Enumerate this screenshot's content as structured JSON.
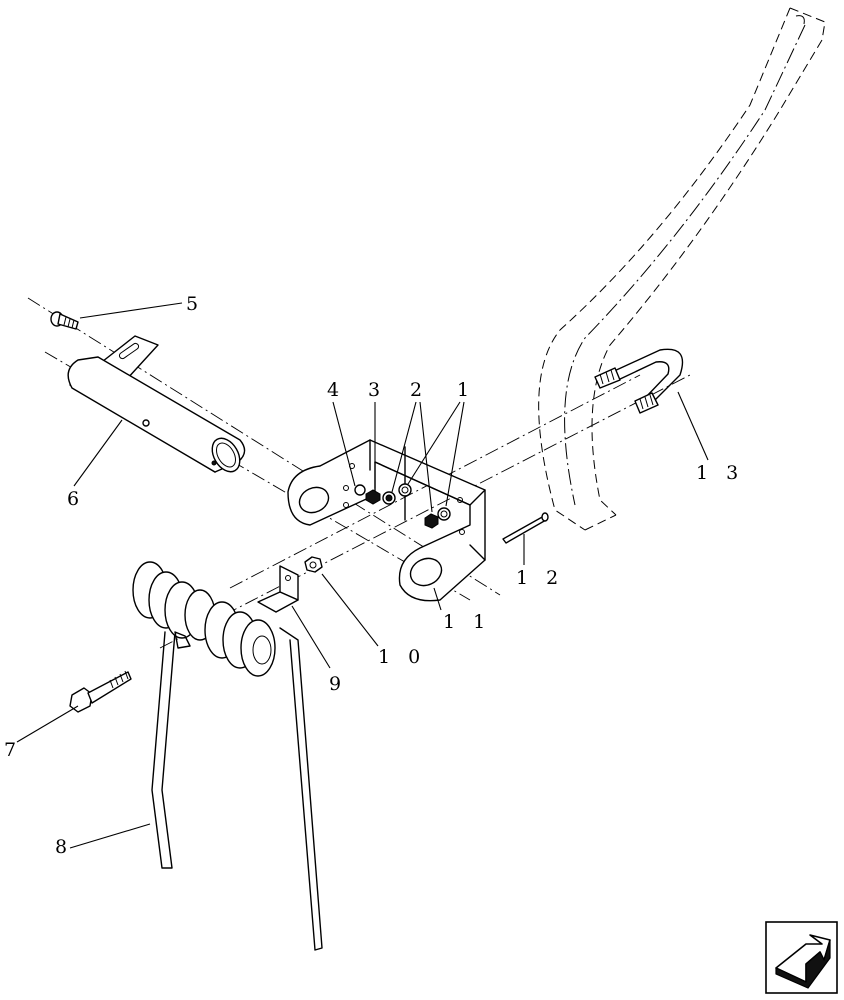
{
  "diagram": {
    "callouts": [
      {
        "id": "c1",
        "label": "1"
      },
      {
        "id": "c2",
        "label": "2"
      },
      {
        "id": "c3",
        "label": "3"
      },
      {
        "id": "c4",
        "label": "4"
      },
      {
        "id": "c5",
        "label": "5"
      },
      {
        "id": "c6",
        "label": "6"
      },
      {
        "id": "c7",
        "label": "7"
      },
      {
        "id": "c8",
        "label": "8"
      },
      {
        "id": "c9",
        "label": "9"
      },
      {
        "id": "c10",
        "label": "1 0"
      },
      {
        "id": "c11",
        "label": "1 1"
      },
      {
        "id": "c12",
        "label": "1 2"
      },
      {
        "id": "c13",
        "label": "1 3"
      }
    ],
    "nav_button": {
      "icon": "return-arrow-icon"
    }
  }
}
